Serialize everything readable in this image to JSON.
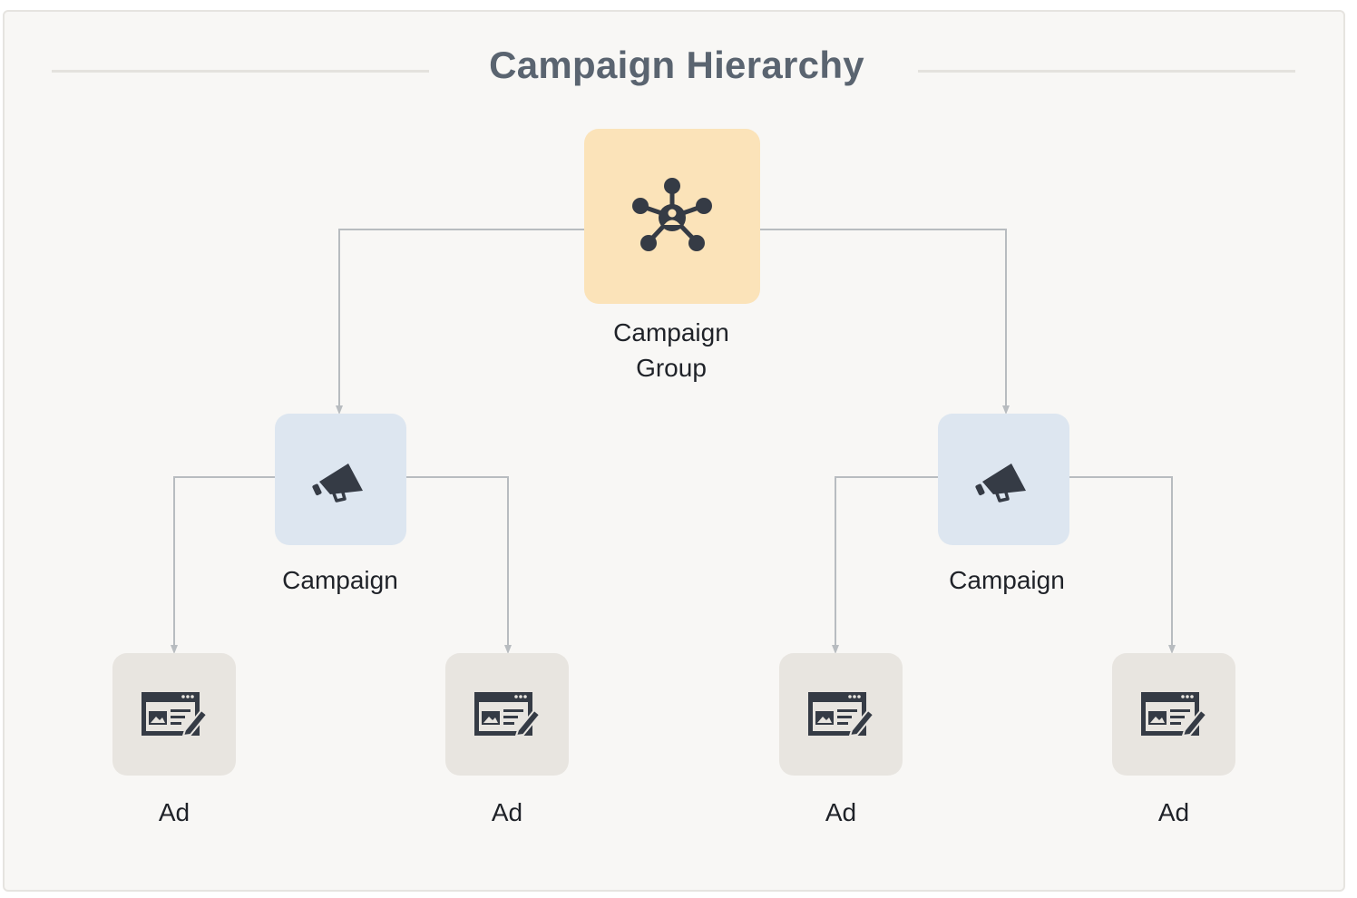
{
  "diagram": {
    "title": "Campaign Hierarchy",
    "root": {
      "label_line1": "Campaign",
      "label_line2": "Group",
      "icon": "network-icon",
      "color": "#fbe3b9"
    },
    "campaigns": [
      {
        "label": "Campaign",
        "icon": "megaphone-icon",
        "color": "#dde6f0",
        "ads": [
          {
            "label": "Ad",
            "icon": "ad-editor-icon"
          },
          {
            "label": "Ad",
            "icon": "ad-editor-icon"
          }
        ]
      },
      {
        "label": "Campaign",
        "icon": "megaphone-icon",
        "color": "#dde6f0",
        "ads": [
          {
            "label": "Ad",
            "icon": "ad-editor-icon"
          },
          {
            "label": "Ad",
            "icon": "ad-editor-icon"
          }
        ]
      }
    ],
    "colors": {
      "connector": "#b8bcc0",
      "icon": "#353b45",
      "ad_tile": "#e8e5e0",
      "background": "#f8f7f5"
    }
  }
}
